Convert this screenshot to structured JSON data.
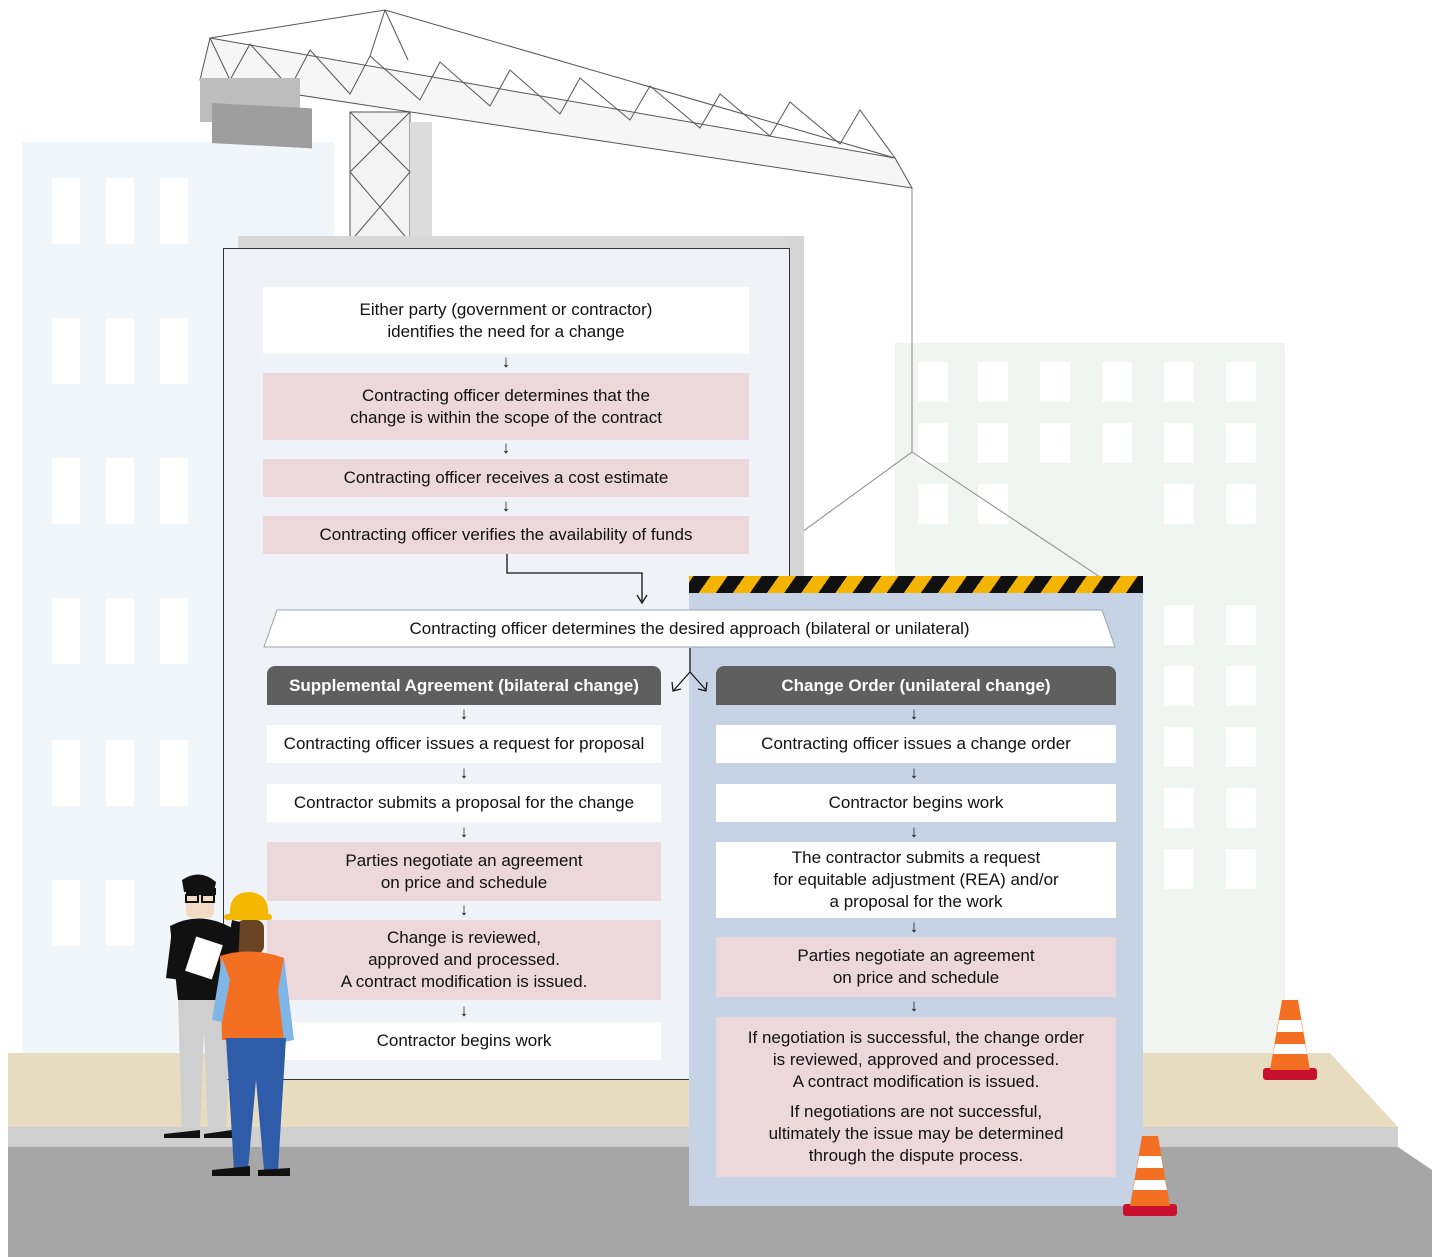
{
  "flow": {
    "initial_steps": [
      "Either party (government or contractor)\nidentifies the need for a change",
      "Contracting officer determines that the\nchange is within the scope of the contract",
      "Contracting officer receives a cost estimate",
      "Contracting officer verifies the availability of funds"
    ],
    "approach": "Contracting officer determines the desired approach (bilateral or unilateral)",
    "bilateral": {
      "header": "Supplemental Agreement (bilateral change)",
      "steps": [
        "Contracting officer issues a request for proposal",
        "Contractor submits a proposal for the change",
        "Parties negotiate an agreement\non price and schedule",
        "Change is reviewed,\napproved and processed.\nA contract modification is issued.",
        "Contractor begins work"
      ]
    },
    "unilateral": {
      "header": "Change Order (unilateral change)",
      "steps": [
        "Contracting officer issues a change order",
        "Contractor begins work",
        "The contractor submits a request\nfor equitable adjustment (REA) and/or\na proposal for the work",
        "Parties negotiate an agreement\non price and schedule"
      ],
      "outcome_success": "If negotiation is successful, the change order\nis reviewed, approved and processed.\nA contract modification is issued.",
      "outcome_failure": "If negotiations are not successful,\nultimately the issue may be determined\nthrough the dispute process."
    },
    "arrow_symbol": "↓"
  },
  "colors": {
    "panel_left": "#eff3f8",
    "panel_right": "#c6d3e4",
    "step_white": "#ffffff",
    "step_pink": "#ecd7da",
    "header": "#5f5f5f",
    "hazard_black": "#111111",
    "hazard_yellow": "#f4b400",
    "ground": "#e8dcc0",
    "road": "#a6a6a6",
    "cone": "#f36f21"
  },
  "illustration": {
    "icons": [
      "crane-icon",
      "building-icon",
      "worker-with-clipboard-icon",
      "worker-with-hardhat-icon",
      "traffic-cone-icon"
    ]
  }
}
